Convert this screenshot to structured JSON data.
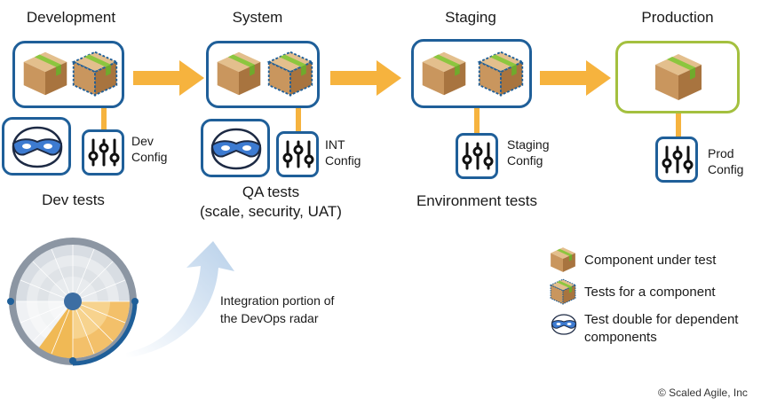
{
  "stages": [
    {
      "title": "Development",
      "config_label": "Dev\nConfig",
      "tests_label": "Dev tests"
    },
    {
      "title": "System",
      "config_label": "INT\nConfig",
      "tests_label": "QA tests\n(scale, security, UAT)"
    },
    {
      "title": "Staging",
      "config_label": "Staging\nConfig",
      "tests_label": "Environment tests"
    },
    {
      "title": "Production",
      "config_label": "Prod\nConfig",
      "tests_label": ""
    }
  ],
  "legend": [
    {
      "icon": "component-box-icon",
      "label": "Component under test"
    },
    {
      "icon": "tests-box-icon",
      "label": "Tests for a component"
    },
    {
      "icon": "mask-icon",
      "label": "Test double for dependent\ncomponents"
    }
  ],
  "radar_note": "Integration portion of\nthe DevOps radar",
  "copyright": "© Scaled Agile, Inc",
  "colors": {
    "environment_border": "#1f5f99",
    "production_border": "#a4c03f",
    "arrow": "#f6b33e",
    "box": "#c99a66"
  }
}
